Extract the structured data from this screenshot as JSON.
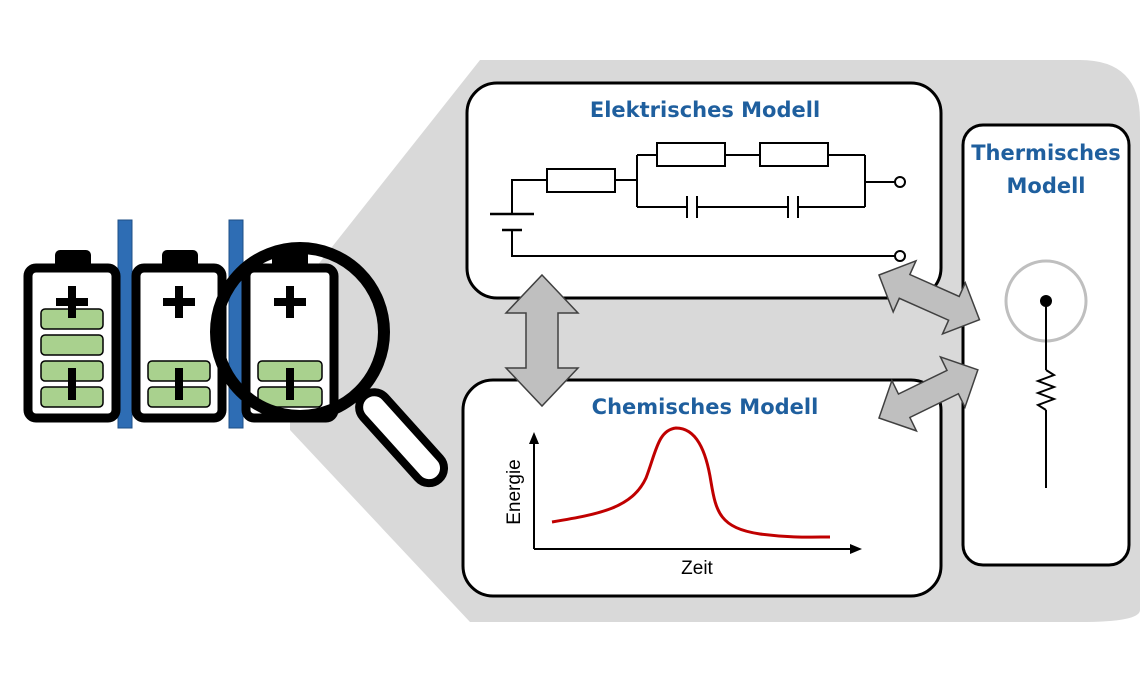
{
  "electrical_model": {
    "title": "Elektrisches Modell"
  },
  "chemical_model": {
    "title": "Chemisches Modell",
    "x_axis_label": "Zeit",
    "y_axis_label": "Energie"
  },
  "thermal_model": {
    "title_line1": "Thermisches",
    "title_line2": "Modell"
  },
  "colors": {
    "title_blue": "#1f5f9e",
    "separator_blue": "#2e6db4",
    "cell_green": "#a9d18e",
    "panel_gray": "#d9d9d9",
    "arrow_gray": "#bfbfbf",
    "curve_red": "#c00000"
  },
  "icons": [
    "battery-icon",
    "magnifier-icon",
    "plus-icon",
    "minus-icon",
    "thermometer-icon",
    "double-arrow-icon",
    "resistor-icon",
    "capacitor-icon"
  ]
}
